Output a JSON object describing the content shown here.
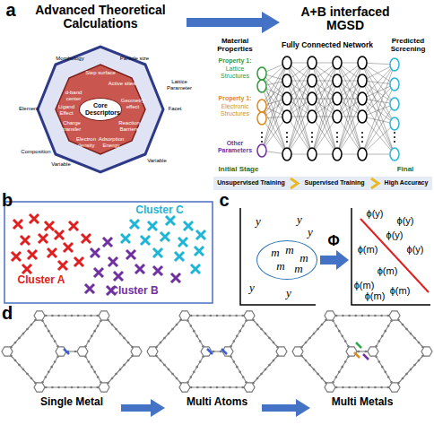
{
  "diagram": {
    "nodes": [
      {
        "text": [
          "Core Descriptors"
        ]
      },
      {
        "text": [
          "m",
          "m",
          "m",
          "m",
          "m"
        ]
      }
    ],
    "labels": [
      "a",
      "Advanced Theoretical Calculations",
      "A+B interfaced MGSD",
      "Morphology",
      "Particle size",
      "Lattice Parameter",
      "Facet",
      "Variable",
      "Variable",
      "Composition",
      "Element",
      "Step surface",
      "Active sites",
      "Geometry effect",
      "Reaction Barriers",
      "Adsorption Energy",
      "Electron density",
      "Charge transfer",
      "d-band center",
      "Ligand Effect",
      "Material Properties",
      "Fully Connected Network",
      "Predicted Screening",
      "Property 1:",
      "Lattice Structures",
      "Property 1:",
      "Electronic Structures",
      "Other Parameters",
      "Initial Stage",
      "Final",
      "Unsupervised Training",
      "Supervised Training",
      "High Accuracy",
      "b",
      "Cluster A",
      "Cluster B",
      "Cluster C",
      "c",
      "y",
      "y",
      "y",
      "y",
      "y",
      "Φ",
      "ϕ(y)",
      "ϕ(y)",
      "ϕ(y)",
      "ϕ(y)",
      "ϕ(m)",
      "ϕ(m)",
      "ϕ(m)",
      "ϕ(m)",
      "ϕ(m)",
      "d",
      "Single Metal",
      "Multi Atoms",
      "Multi Metals"
    ]
  }
}
